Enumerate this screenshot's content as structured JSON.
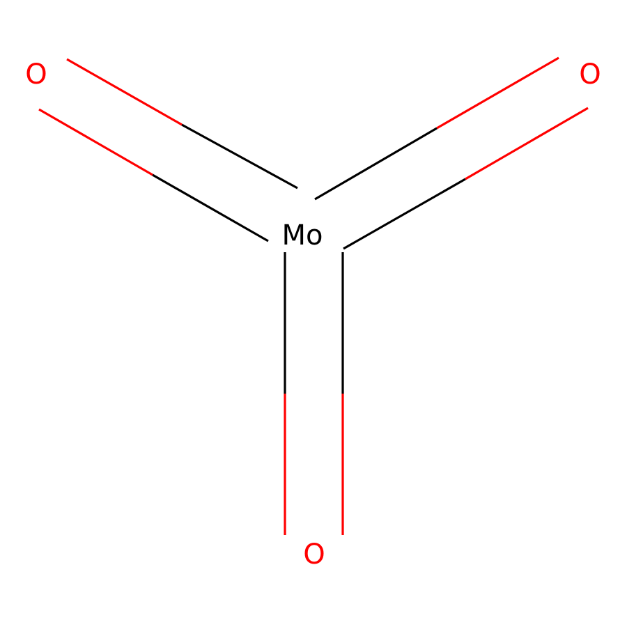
{
  "molecule": {
    "colors": {
      "carbon_black": "#000000",
      "oxygen_red": "#ff0000",
      "background": "#ffffff"
    },
    "atoms": [
      {
        "id": "mo",
        "element": "Mo",
        "label": "Mo"
      },
      {
        "id": "o_left",
        "element": "O",
        "label": "O"
      },
      {
        "id": "o_right",
        "element": "O",
        "label": "O"
      },
      {
        "id": "o_bottom",
        "element": "O",
        "label": "O"
      }
    ],
    "bonds": [
      {
        "id": "mo-o_left",
        "from": "mo",
        "to": "o_left",
        "order": 2
      },
      {
        "id": "mo-o_right",
        "from": "mo",
        "to": "o_right",
        "order": 2
      },
      {
        "id": "mo-o_bottom",
        "from": "mo",
        "to": "o_bottom",
        "order": 2
      }
    ]
  }
}
